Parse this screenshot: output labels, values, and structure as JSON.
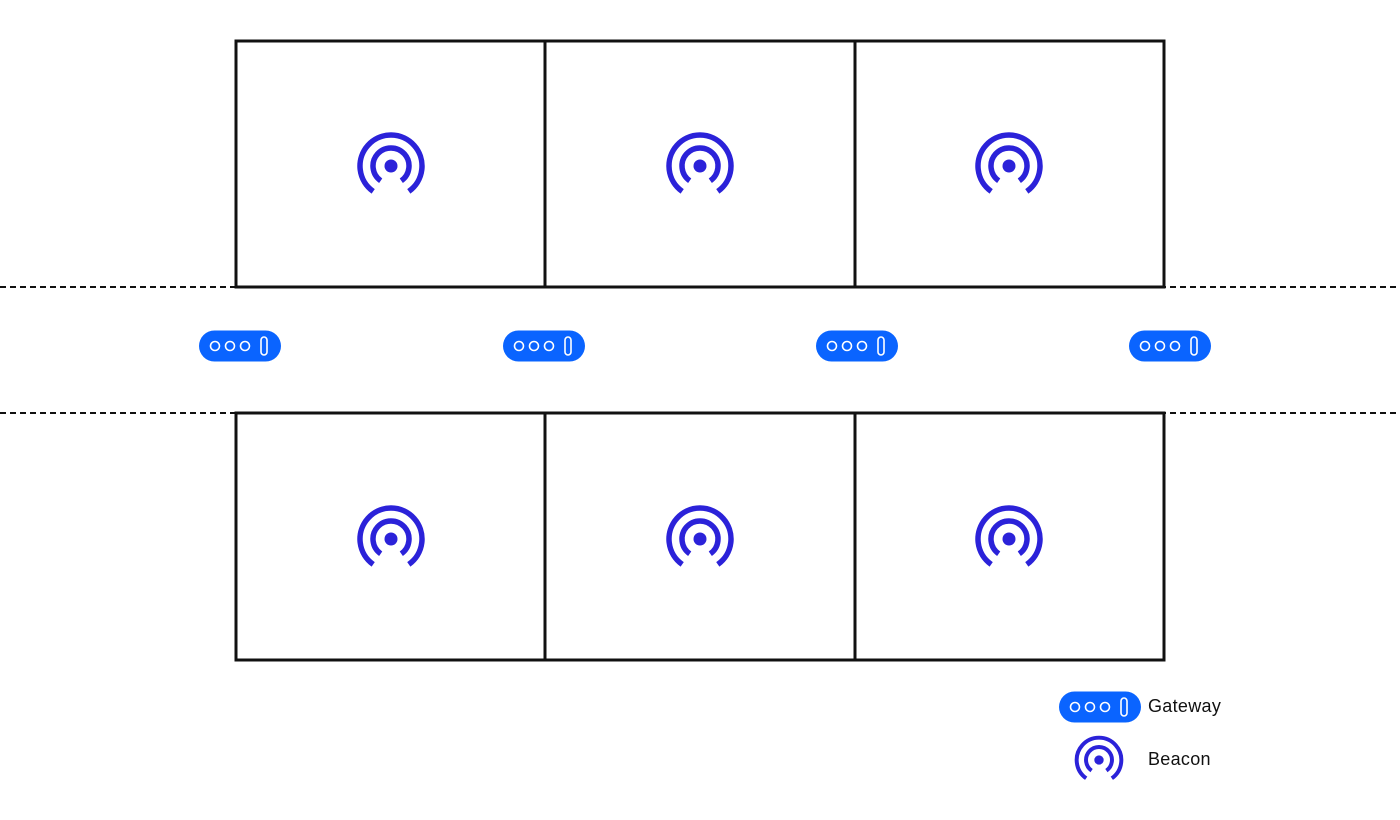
{
  "colors": {
    "gateway": "#0a64ff",
    "beacon": "#2b22d9",
    "walls": "#111111"
  },
  "rooms": {
    "rows": 2,
    "columns": 3
  },
  "icons": {
    "gateway": "gateway-router-icon",
    "beacon": "beacon-signal-icon"
  },
  "gateways_count": 4,
  "legend": {
    "items": [
      {
        "icon": "gateway-router-icon",
        "label": "Gateway"
      },
      {
        "icon": "beacon-signal-icon",
        "label": "Beacon"
      }
    ]
  }
}
